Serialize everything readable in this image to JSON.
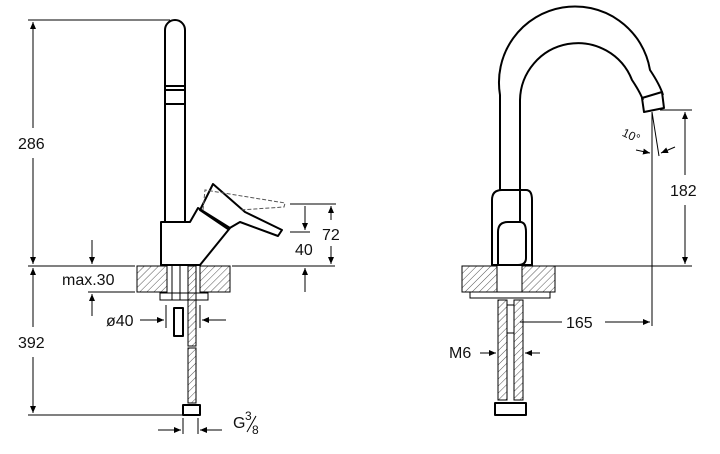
{
  "left_view": {
    "height_above_deck": "286",
    "height_below_deck": "392",
    "max_deck_thickness": "max.30",
    "hole_diameter": "ø40",
    "handle_height_1": "72",
    "handle_height_2": "40",
    "connection_prefix": "G",
    "connection_num": "3",
    "connection_den": "8"
  },
  "right_view": {
    "spout_height": "182",
    "spout_reach": "165",
    "spout_angle": "10°",
    "thread": "M6"
  }
}
